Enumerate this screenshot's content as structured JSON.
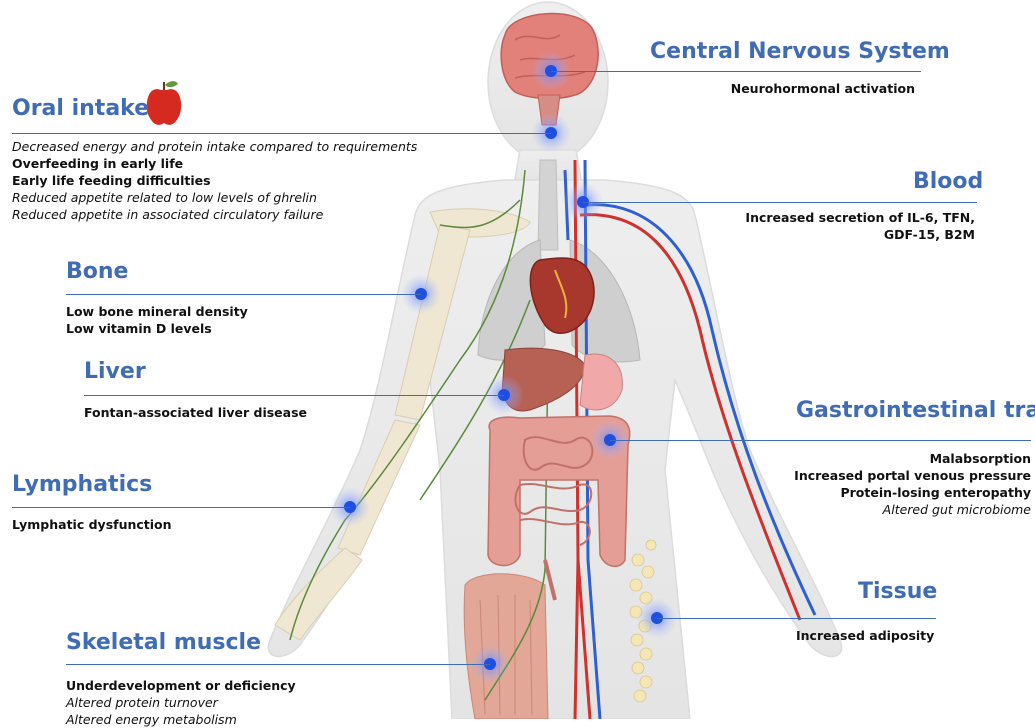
{
  "sections": {
    "cns": {
      "title": "Central Nervous System",
      "items": [
        {
          "text": "Neurohormonal activation",
          "style": "b"
        }
      ]
    },
    "oral": {
      "title": "Oral intake",
      "items": [
        {
          "text": "Decreased energy and protein intake compared to requirements",
          "style": "i"
        },
        {
          "text": "Overfeeding in early life",
          "style": "b"
        },
        {
          "text": "Early life feeding difficulties",
          "style": "b"
        },
        {
          "text": "Reduced appetite related to low levels of ghrelin",
          "style": "i"
        },
        {
          "text": "Reduced appetite in associated circulatory failure",
          "style": "i"
        }
      ]
    },
    "blood": {
      "title": "Blood",
      "items": [
        {
          "text": "Increased secretion of IL-6, TFN,",
          "style": "b"
        },
        {
          "text": "GDF-15, B2M",
          "style": "b"
        }
      ]
    },
    "bone": {
      "title": "Bone",
      "items": [
        {
          "text": "Low bone mineral density",
          "style": "b"
        },
        {
          "text": "Low vitamin D levels",
          "style": "b"
        }
      ]
    },
    "liver": {
      "title": "Liver",
      "items": [
        {
          "text": "Fontan-associated liver disease",
          "style": "b"
        }
      ]
    },
    "gi": {
      "title": "Gastrointestinal tract",
      "items": [
        {
          "text": "Malabsorption",
          "style": "b"
        },
        {
          "text": "Increased portal venous pressure",
          "style": "b"
        },
        {
          "text": "Protein-losing enteropathy",
          "style": "b"
        },
        {
          "text": "Altered gut microbiome",
          "style": "i"
        }
      ]
    },
    "lymph": {
      "title": "Lymphatics",
      "items": [
        {
          "text": "Lymphatic dysfunction",
          "style": "b"
        }
      ]
    },
    "tissue": {
      "title": "Tissue",
      "items": [
        {
          "text": "Increased adiposity",
          "style": "b"
        }
      ]
    },
    "muscle": {
      "title": "Skeletal muscle",
      "items": [
        {
          "text": "Underdevelopment or deficiency",
          "style": "b"
        },
        {
          "text": "Altered protein turnover",
          "style": "i"
        },
        {
          "text": "Altered energy metabolism",
          "style": "i"
        }
      ]
    }
  },
  "colors": {
    "accent": "#3f6cb3",
    "marker": "#1f4fe0",
    "artery": "#d0312d",
    "vein": "#2f5fd0",
    "lymph": "#5a8a3a",
    "apple": "#d42a20"
  },
  "icons": [
    "apple-icon",
    "brain-icon",
    "heart-icon",
    "lungs-icon",
    "liver-icon",
    "intestine-icon",
    "bone-icon",
    "muscle-icon",
    "fat-icon"
  ]
}
